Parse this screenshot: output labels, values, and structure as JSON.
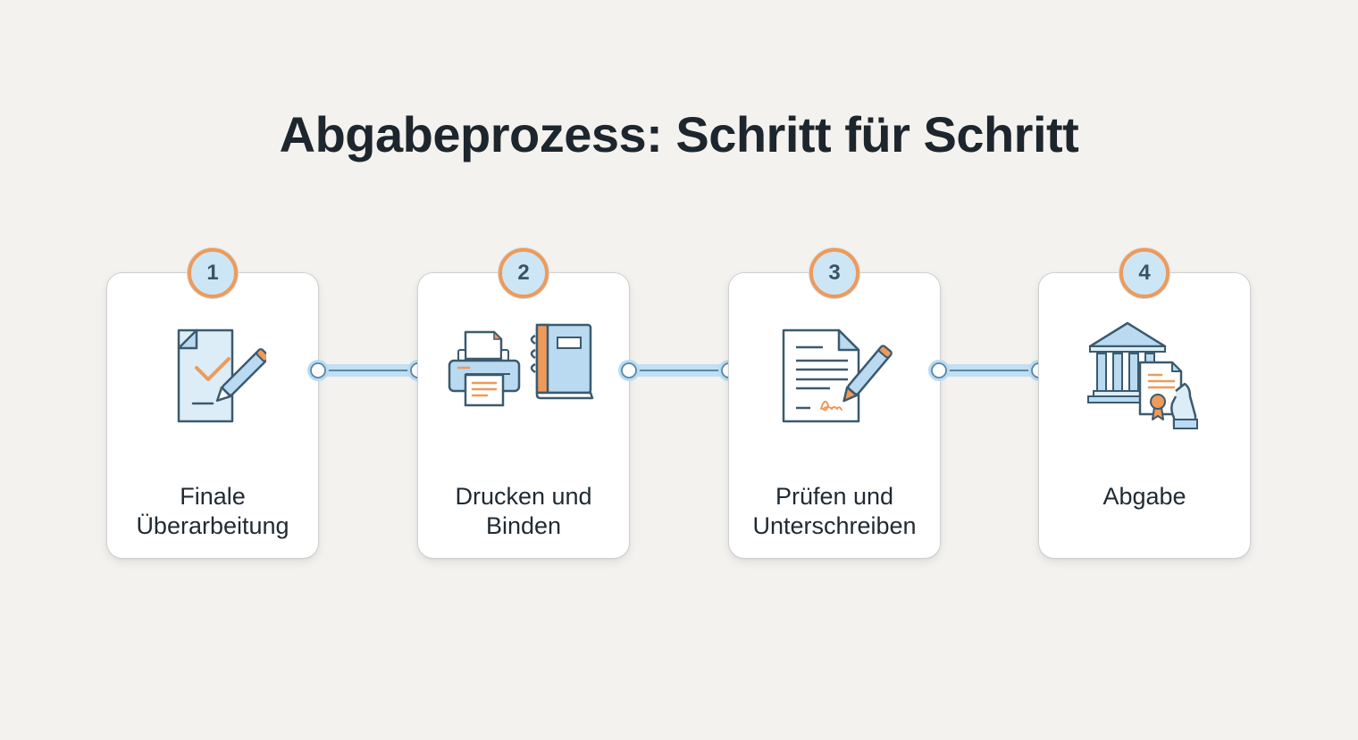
{
  "title": "Abgabeprozess: Schritt für Schritt",
  "colors": {
    "background": "#f3f2ef",
    "accent_orange": "#ee9a5a",
    "accent_blue_fill": "#cde6f6",
    "line_dark": "#3b5a6e"
  },
  "steps": [
    {
      "number": "1",
      "label_line1": "Finale",
      "label_line2": "Überarbeitung",
      "icon": "document-check-pen-icon"
    },
    {
      "number": "2",
      "label_line1": "Drucken und",
      "label_line2": "Binden",
      "icon": "printer-book-icon"
    },
    {
      "number": "3",
      "label_line1": "Prüfen und",
      "label_line2": "Unterschreiben",
      "icon": "document-signature-pen-icon"
    },
    {
      "number": "4",
      "label_line1": "Abgabe",
      "label_line2": "",
      "icon": "institution-certificate-icon"
    }
  ]
}
